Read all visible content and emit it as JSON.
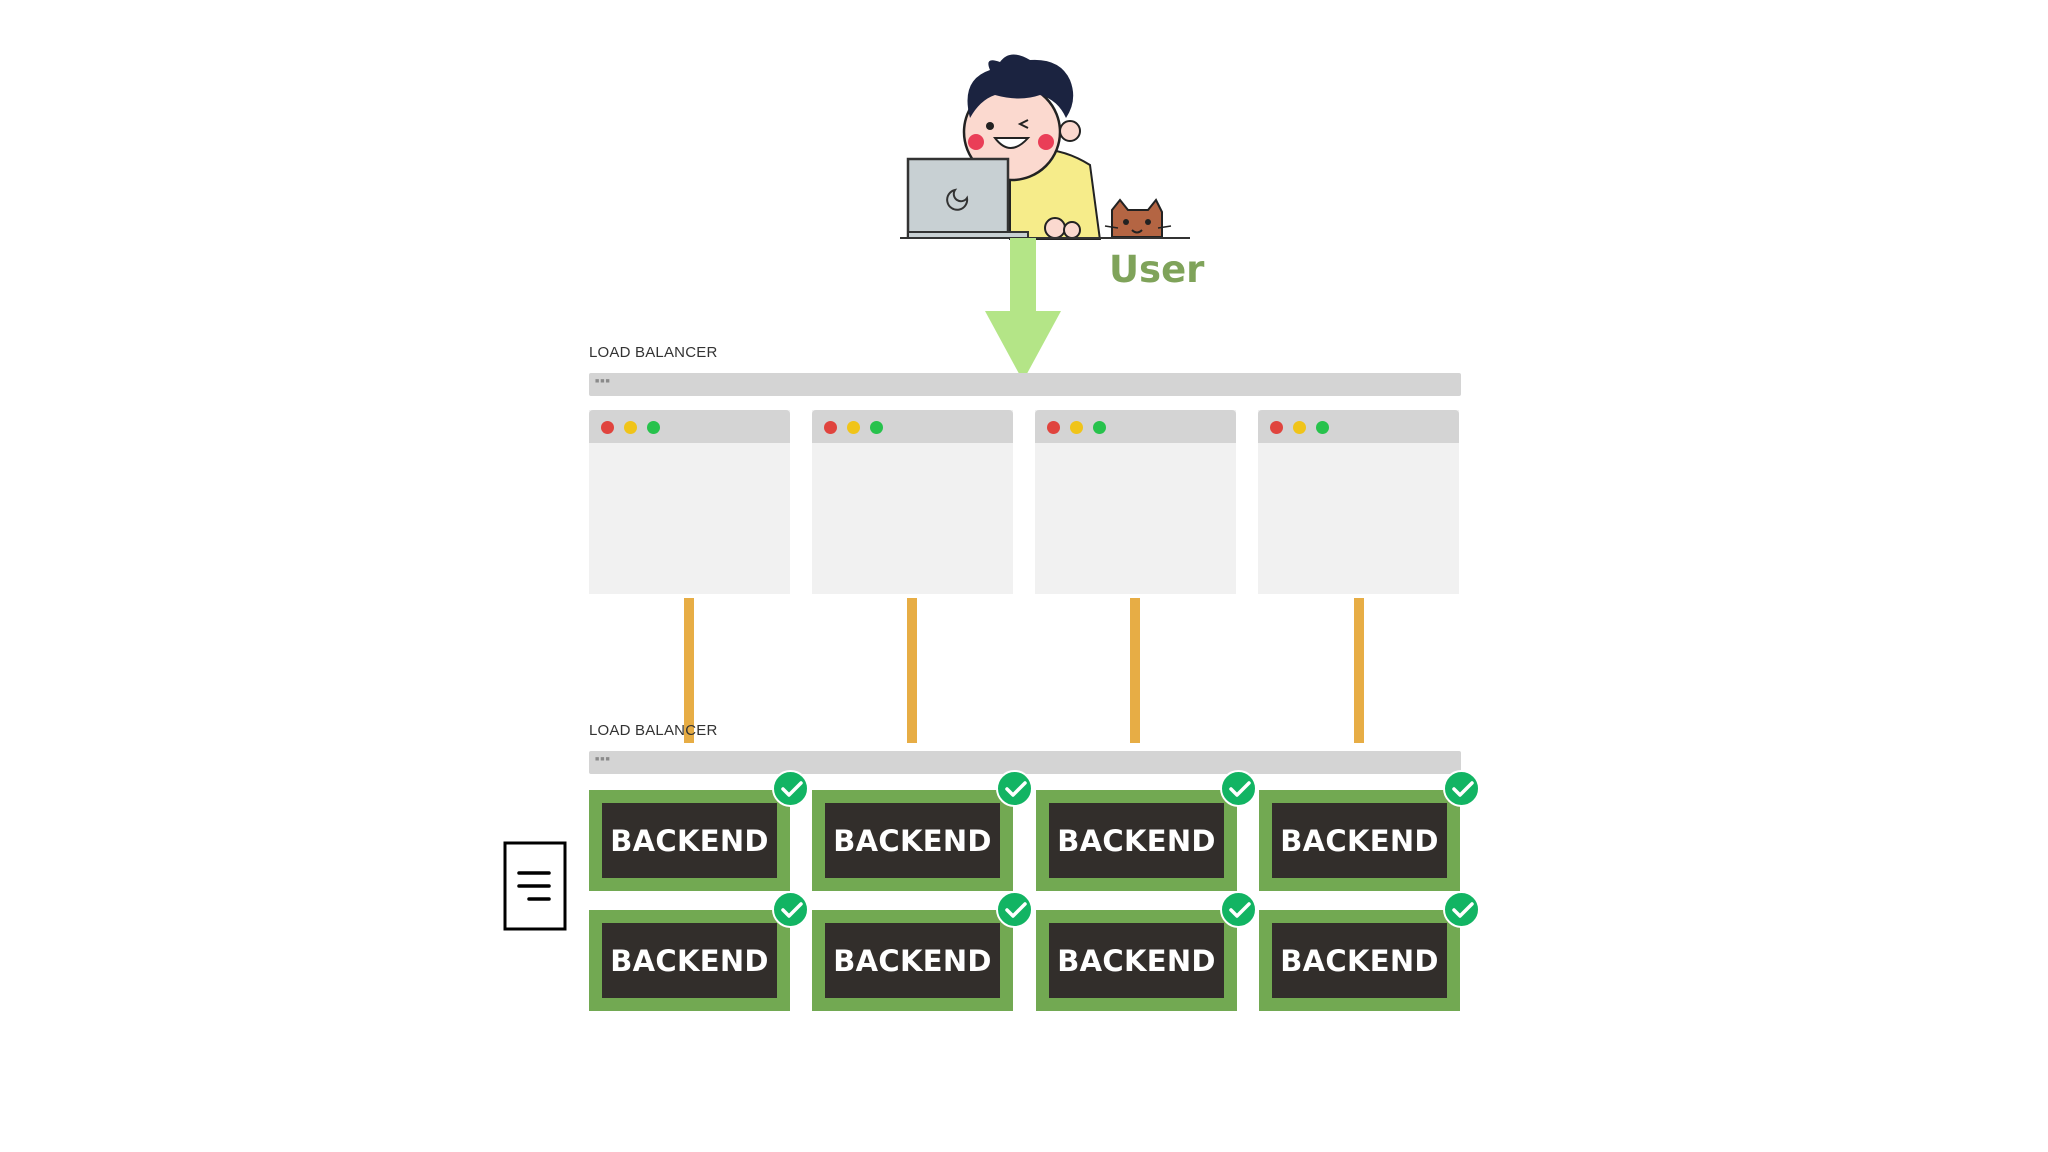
{
  "user": {
    "label": "User"
  },
  "load_balancers": [
    {
      "label": "LOAD BALANCER"
    },
    {
      "label": "LOAD BALANCER"
    }
  ],
  "backends": [
    {
      "label": "BACKEND",
      "status": "healthy"
    },
    {
      "label": "BACKEND",
      "status": "healthy"
    },
    {
      "label": "BACKEND",
      "status": "healthy"
    },
    {
      "label": "BACKEND",
      "status": "healthy"
    },
    {
      "label": "BACKEND",
      "status": "healthy"
    },
    {
      "label": "BACKEND",
      "status": "healthy"
    },
    {
      "label": "BACKEND",
      "status": "healthy"
    },
    {
      "label": "BACKEND",
      "status": "healthy"
    }
  ],
  "colors": {
    "arrow": "#b4e587",
    "connector": "#e7ad45",
    "backend_border": "#72a952",
    "backend_fill": "#322e2b",
    "check": "#12b463"
  }
}
